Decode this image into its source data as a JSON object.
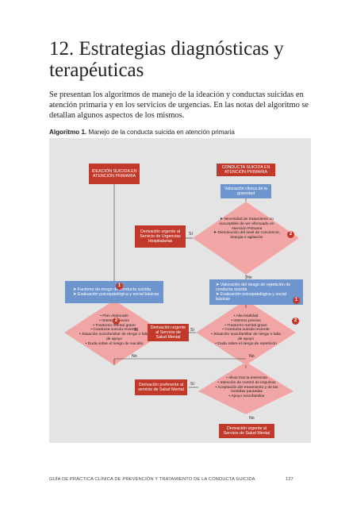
{
  "chapter": {
    "title_line1": "12. Estrategias diagnósticas y",
    "title_line2": "terapéuticas"
  },
  "intro": "Se presentan los algoritmos de manejo de la ideación y conductas suicidas en atención primaria y en los servicios de urgencias. En las notas del algoritmo se detallan algunos aspectos de los mismos.",
  "caption": {
    "label": "Algoritmo 1.",
    "text": " Manejo de la conducta suicida en atención primaria"
  },
  "flowchart": {
    "ideacion_box": "IDEACIÓN SUICIDA EN ATENCIÓN PRIMARIA",
    "conducta_box": "CONDUCTA SUICIDA EN ATENCIÓN PRIMARIA",
    "valoracion_box": "Valoración clínica de la gravedad",
    "derivacion_hospital_box": "Derivación urgente al Servicio de Urgencias Hospitalarias",
    "diamond_top": [
      "Necesidad de tratamiento no susceptible de ser efectuado en Atención Primaria",
      "Disminución del nivel de conciencia, letargia o agitación"
    ],
    "left_blue_box": [
      "Factores de riesgo de conducta suicida",
      "Evaluación psicopatológica y social básicas"
    ],
    "right_blue_box": [
      "Valoración del riesgo de repetición de conducta suicida",
      "Evaluación psicopatológica y social básicas"
    ],
    "left_diamond": [
      "Plan elaborado",
      "Intentos previos",
      "Trastorno mental grave",
      "Conducta suicida reciente",
      "Situación sociofamiliar de riesgo o falta de apoyo",
      "Duda sobre el riesgo de suicidio"
    ],
    "right_diamond": [
      "Alta letalidad",
      "Intentos previos",
      "Trastorno mental grave",
      "Conducta suicida reciente",
      "Situación sociofamiliar de riesgo o falta de apoyo",
      "Duda sobre el riesgo de repetición"
    ],
    "derivacion_salud_mental_box": "Derivación urgente al Servicio de Salud Mental",
    "derivacion_preferente_box": "Derivación preferente al servicio de Salud Mental",
    "bottom_diamond": [
      "Alivio tras la entrevista",
      "Intención de control de impulsos",
      "Aceptación del tratamiento y de las medidas pautadas",
      "Apoyo sociofamiliar"
    ],
    "final_box": "Derivación urgente al Servicio de Salud Mental",
    "labels": {
      "si": "Sí",
      "no": "No"
    },
    "badges": {
      "b1": "1",
      "b2": "2"
    },
    "colors": {
      "red": "#c0392b",
      "blue": "#6f95cf",
      "pink": "#f2a5a5",
      "background": "#e4e4e4"
    }
  },
  "footer": "GUÍA DE PRÁCTICA CLÍNICA DE PREVENCIÓN Y TRATAMIENTO DE LA CONDUCTA SUICIDA",
  "page_number": "127"
}
